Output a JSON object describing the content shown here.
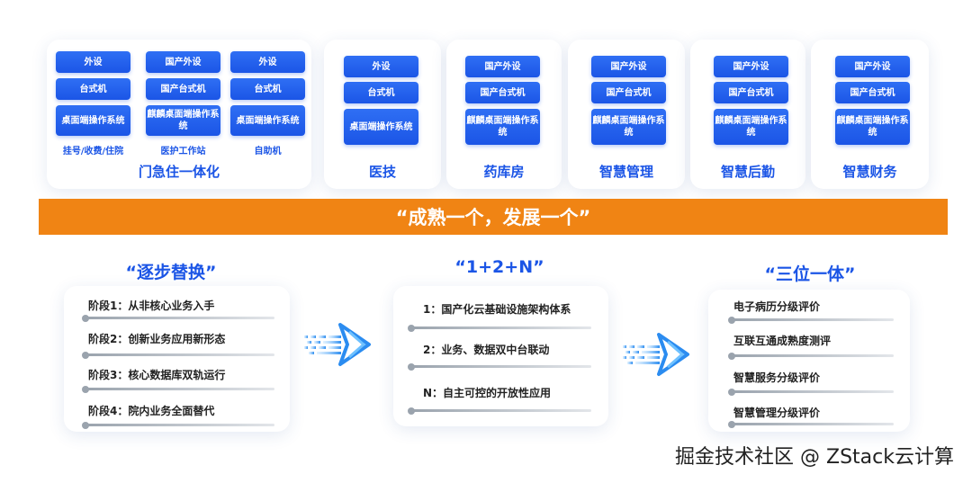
{
  "top": {
    "group1": {
      "columns": [
        {
          "items": [
            "外设",
            "台式机",
            "桌面端操作系统"
          ],
          "label": "挂号/收费/住院"
        },
        {
          "items": [
            "国产外设",
            "国产台式机",
            "麒麟桌面端操作系统"
          ],
          "label": "医护工作站"
        },
        {
          "items": [
            "外设",
            "台式机",
            "桌面端操作系统"
          ],
          "label": "自助机"
        }
      ],
      "title": "门急住一体化"
    },
    "departments": [
      {
        "items": [
          "外设",
          "台式机",
          "桌面端操作系统"
        ],
        "title": "医技"
      },
      {
        "items": [
          "国产外设",
          "国产台式机",
          "麒麟桌面端操作系统"
        ],
        "title": "药库房"
      },
      {
        "items": [
          "国产外设",
          "国产台式机",
          "麒麟桌面端操作系统"
        ],
        "title": "智慧管理"
      },
      {
        "items": [
          "国产外设",
          "国产台式机",
          "麒麟桌面端操作系统"
        ],
        "title": "智慧后勤"
      },
      {
        "items": [
          "国产外设",
          "国产台式机",
          "麒麟桌面端操作系统"
        ],
        "title": "智慧财务"
      }
    ]
  },
  "banner": "“成熟一个，发展一个”",
  "sections": [
    {
      "title": "“逐步替换”",
      "items": [
        "阶段1：从非核心业务入手",
        "阶段2：创新业务应用新形态",
        "阶段3：核心数据库双轨运行",
        "阶段4：院内业务全面替代"
      ]
    },
    {
      "title": "“1+2+N”",
      "items": [
        "1：国产化云基础设施架构体系",
        "2：业务、数据双中台联动",
        "N：自主可控的开放性应用"
      ]
    },
    {
      "title": "“三位一体”",
      "items": [
        "电子病历分级评价",
        "互联互通成熟度测评",
        "智慧服务分级评价",
        "智慧管理分级评价"
      ]
    }
  ],
  "watermark": "掘金技术社区 @ ZStack云计算"
}
